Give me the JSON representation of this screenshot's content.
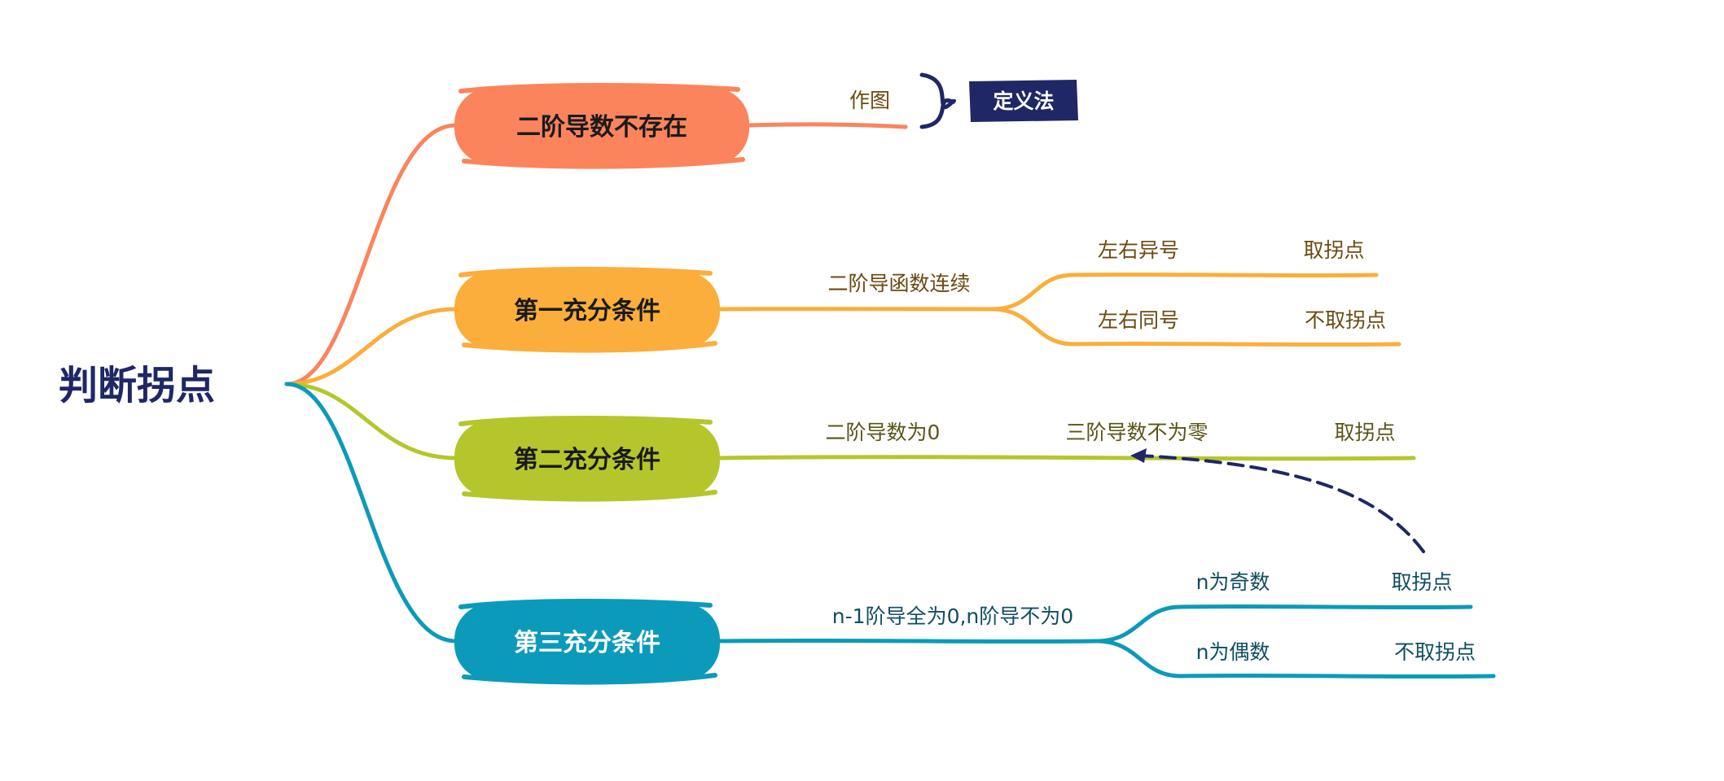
{
  "root": {
    "label": "判断拐点"
  },
  "colors": {
    "root": "#1f2766",
    "orange": "#fb845c",
    "yellow": "#fbae3b",
    "green": "#b5c62c",
    "blue": "#0c9aba",
    "navy": "#1f2766",
    "text_dark": "#1a1a1a",
    "text_brown": "#6b4a12",
    "text_olive": "#5a5418",
    "text_teal": "#0f4e60"
  },
  "branches": [
    {
      "label": "二阶导数不存在",
      "children": [
        {
          "label": "作图"
        }
      ],
      "callout": {
        "label": "定义法"
      }
    },
    {
      "label": "第一充分条件",
      "children": [
        {
          "label": "二阶导函数连续"
        },
        {
          "label": "左右异号",
          "result": "取拐点"
        },
        {
          "label": "左右同号",
          "result": "不取拐点"
        }
      ]
    },
    {
      "label": "第二充分条件",
      "children": [
        {
          "label": "二阶导数为0"
        },
        {
          "label": "三阶导数不为零"
        },
        {
          "label": "取拐点"
        }
      ]
    },
    {
      "label": "第三充分条件",
      "children": [
        {
          "label": "n-1阶导全为0,n阶导不为0"
        },
        {
          "label": "n为奇数",
          "result": "取拐点"
        },
        {
          "label": "n为偶数",
          "result": "不取拐点"
        }
      ]
    }
  ]
}
